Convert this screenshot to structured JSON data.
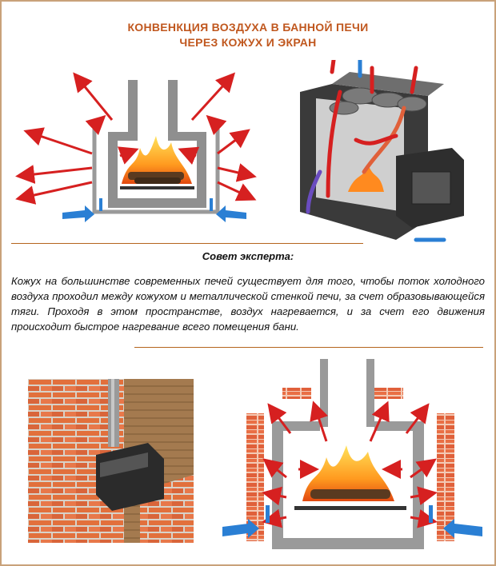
{
  "header": {
    "title_line1": "КОНВЕНКЦИЯ ВОЗДУХА В БАННОЙ ПЕЧИ",
    "title_line2": "ЧЕРЕЗ КОЖУХ И ЭКРАН"
  },
  "advice": {
    "heading": "Совет эксперта:",
    "text": "Кожух на большинстве современных печей существует для того, чтобы поток холодного воздуха проходил между кожухом и металлической стенкой печи, за счет образовывающейся тяги. Проходя в этом пространстве, воздух нагревается, и за счет его движения происходит быстрое нагревание всего помещения бани."
  },
  "colors": {
    "accent": "#c0571e",
    "hot_arrow": "#d62020",
    "cold_arrow": "#2a7fd4",
    "steel": "#8a8a8a",
    "brick": "#e0603a"
  }
}
